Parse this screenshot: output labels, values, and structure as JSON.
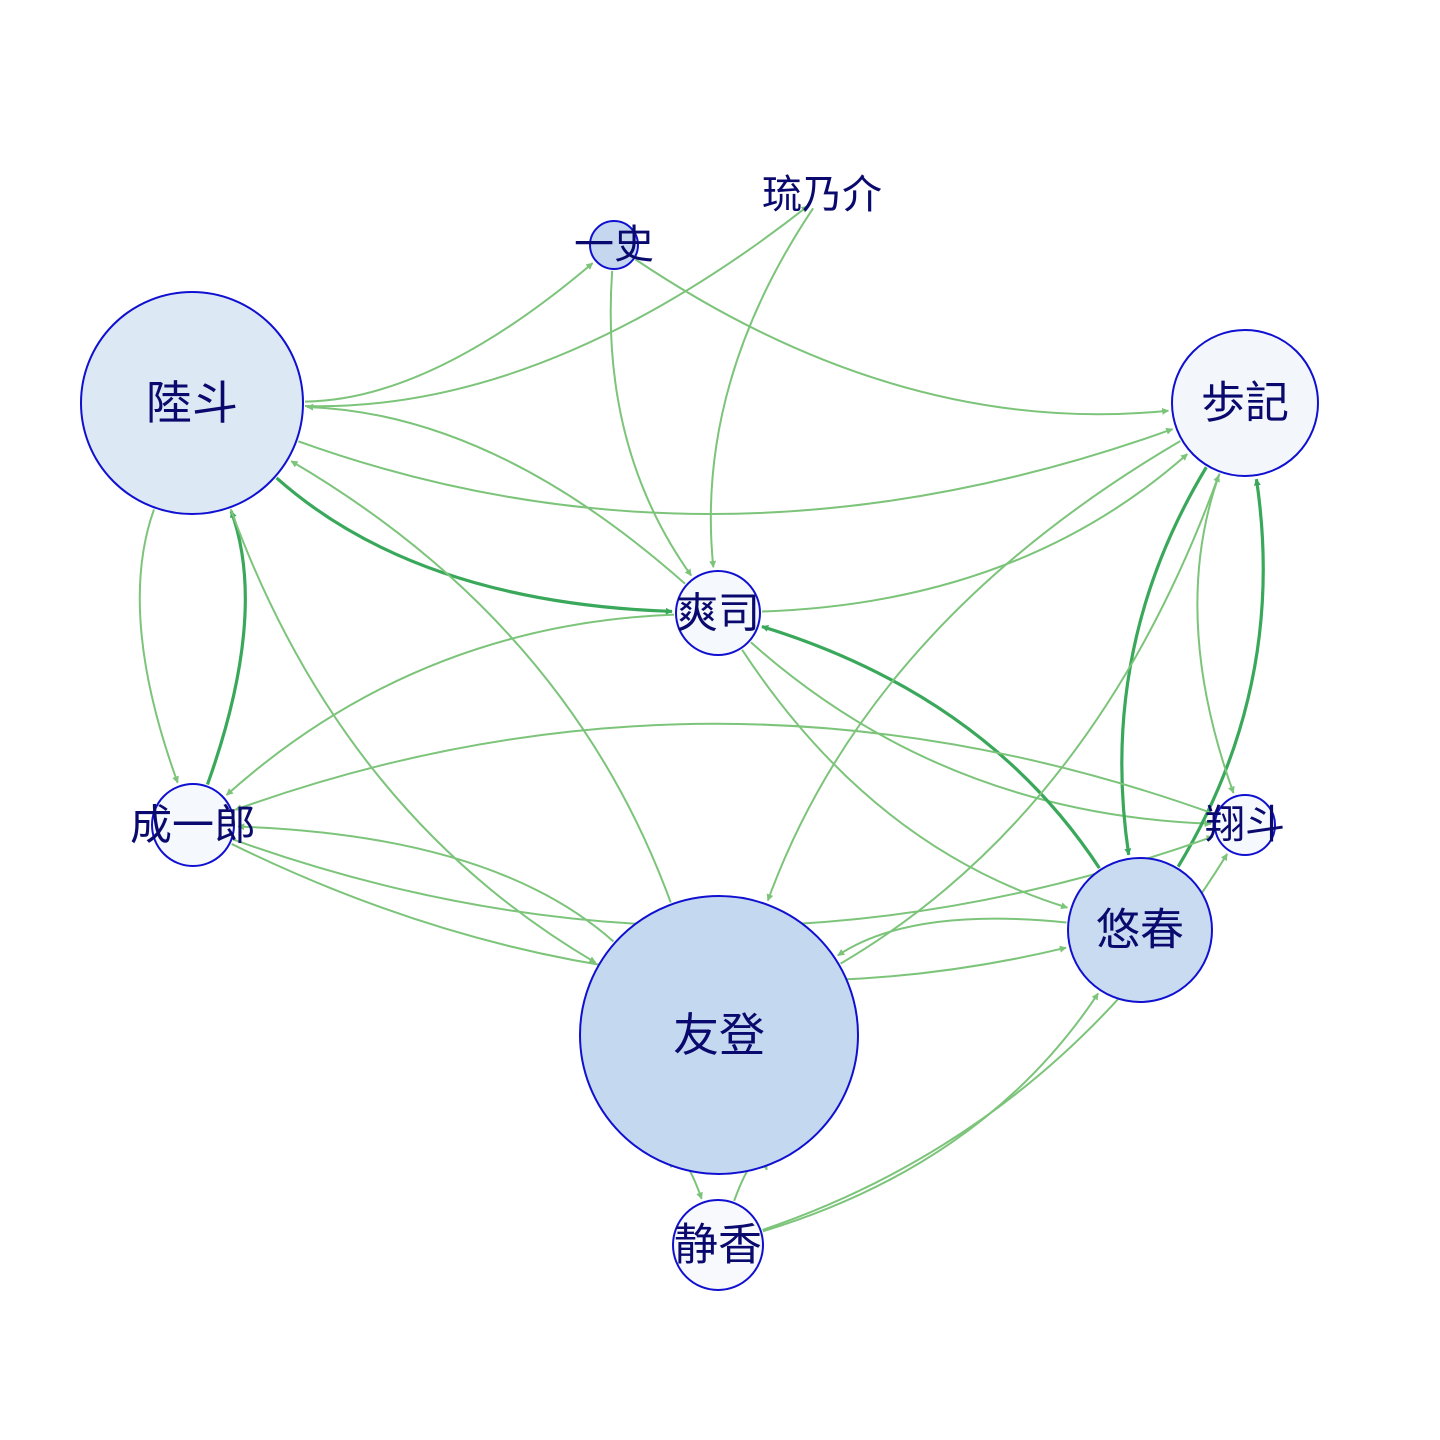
{
  "colors": {
    "edge": "#7cc47a",
    "edge_strong": "#3aa85a",
    "node_stroke": "#1010d0",
    "label": "#0a0a6e"
  },
  "nodes": [
    {
      "id": "rikuto",
      "label": "陸斗",
      "fill": "#dde8f5"
    },
    {
      "id": "ayumi",
      "label": "歩記",
      "fill": "#f3f7fc"
    },
    {
      "id": "kazufumi",
      "label": "一史",
      "fill": "#c4d7ee"
    },
    {
      "id": "runosuke",
      "label": "琉乃介",
      "fill": "#ffffff"
    },
    {
      "id": "soji",
      "label": "爽司",
      "fill": "#f5f8fc"
    },
    {
      "id": "seiichiro",
      "label": "成一郎",
      "fill": "#f5f8fc"
    },
    {
      "id": "shoto",
      "label": "翔斗",
      "fill": "#f5f8fc"
    },
    {
      "id": "yuharu",
      "label": "悠春",
      "fill": "#c9dbf0"
    },
    {
      "id": "tomo",
      "label": "友登",
      "fill": "#c4d9ef"
    },
    {
      "id": "shizuka",
      "label": "静香",
      "fill": "#f7f9fd"
    }
  ],
  "edges": [
    {
      "from": "rikuto",
      "to": "soji",
      "strong": true
    },
    {
      "from": "soji",
      "to": "rikuto",
      "strong": false
    },
    {
      "from": "rikuto",
      "to": "seiichiro",
      "strong": false
    },
    {
      "from": "seiichiro",
      "to": "rikuto",
      "strong": true
    },
    {
      "from": "rikuto",
      "to": "kazufumi",
      "strong": false
    },
    {
      "from": "rikuto",
      "to": "runosuke",
      "strong": false
    },
    {
      "from": "rikuto",
      "to": "ayumi",
      "strong": false
    },
    {
      "from": "rikuto",
      "to": "tomo",
      "strong": false
    },
    {
      "from": "tomo",
      "to": "rikuto",
      "strong": false
    },
    {
      "from": "kazufumi",
      "to": "ayumi",
      "strong": false
    },
    {
      "from": "kazufumi",
      "to": "soji",
      "strong": false
    },
    {
      "from": "runosuke",
      "to": "soji",
      "strong": false
    },
    {
      "from": "soji",
      "to": "ayumi",
      "strong": false
    },
    {
      "from": "soji",
      "to": "shoto",
      "strong": false
    },
    {
      "from": "soji",
      "to": "yuharu",
      "strong": false
    },
    {
      "from": "soji",
      "to": "seiichiro",
      "strong": false
    },
    {
      "from": "yuharu",
      "to": "soji",
      "strong": true
    },
    {
      "from": "yuharu",
      "to": "ayumi",
      "strong": true
    },
    {
      "from": "ayumi",
      "to": "yuharu",
      "strong": true
    },
    {
      "from": "ayumi",
      "to": "shoto",
      "strong": false
    },
    {
      "from": "ayumi",
      "to": "tomo",
      "strong": false
    },
    {
      "from": "tomo",
      "to": "ayumi",
      "strong": false
    },
    {
      "from": "shoto",
      "to": "seiichiro",
      "strong": false
    },
    {
      "from": "seiichiro",
      "to": "yuharu",
      "strong": false
    },
    {
      "from": "seiichiro",
      "to": "shoto",
      "strong": false
    },
    {
      "from": "tomo",
      "to": "seiichiro",
      "strong": false
    },
    {
      "from": "tomo",
      "to": "shizuka",
      "strong": false
    },
    {
      "from": "shizuka",
      "to": "tomo",
      "strong": false
    },
    {
      "from": "shizuka",
      "to": "yuharu",
      "strong": false
    },
    {
      "from": "shizuka",
      "to": "shoto",
      "strong": false
    },
    {
      "from": "yuharu",
      "to": "tomo",
      "strong": false
    }
  ]
}
